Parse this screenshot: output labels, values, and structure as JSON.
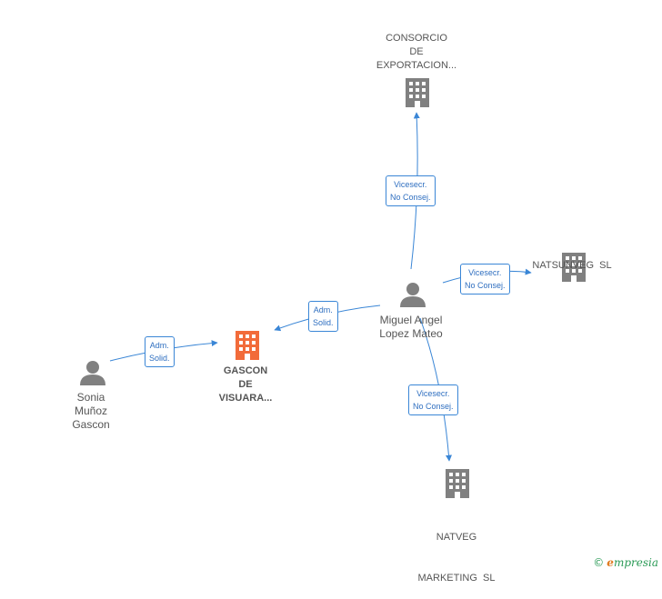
{
  "nodes": {
    "consorcio": {
      "label": [
        "CONSORCIO",
        "DE",
        "EXPORTACION..."
      ]
    },
    "natsunveg": {
      "label": [
        "NATSUNVEG  SL"
      ]
    },
    "miguel": {
      "label": [
        "Miguel Angel",
        "Lopez Mateo"
      ]
    },
    "gascon": {
      "label": [
        "GASCON",
        "DE",
        "VISUARA..."
      ]
    },
    "sonia": {
      "label": [
        "Sonia",
        "Muñoz",
        "Gascon"
      ]
    },
    "natveg": {
      "label": [
        "NATVEG",
        "MARKETING  SL"
      ]
    }
  },
  "edges": {
    "miguel_consorcio": [
      "Vicesecr.",
      "No Consej."
    ],
    "miguel_natsunveg": [
      "Vicesecr.",
      "No Consej."
    ],
    "miguel_gascon": [
      "Adm.",
      "Solid."
    ],
    "sonia_gascon": [
      "Adm.",
      "Solid."
    ],
    "miguel_natveg": [
      "Vicesecr.",
      "No Consej."
    ]
  },
  "brand": {
    "copyright": "©",
    "first_letter": "e",
    "rest": "mpresia"
  },
  "colors": {
    "edge": "#3a86d6",
    "node_gray": "#808080",
    "node_main": "#f26b3a"
  }
}
